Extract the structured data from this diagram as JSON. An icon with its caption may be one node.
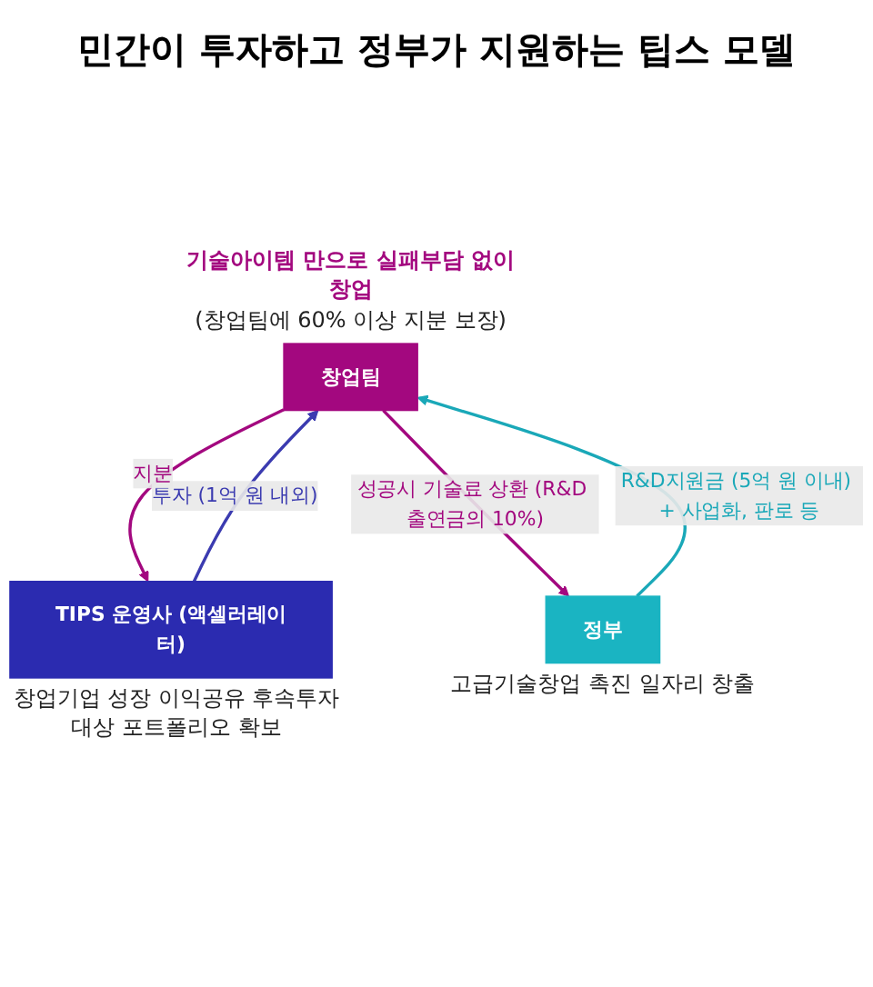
{
  "diagram": {
    "title": "민간이 투자하고 정부가 지원하는 팁스 모델",
    "nodes": [
      {
        "text": [
          "창업팀"
        ],
        "beside": [
          "기술아이템 만으로 실패부담 없이 창업",
          "(창업팀에 60% 이상 지분 보장)"
        ]
      },
      {
        "text": [
          "TIPS 운영사 (액셀러레이터)"
        ],
        "beside": [
          "창업기업 성장 이익공유 후속투자 대상 포트폴리오 확보"
        ]
      },
      {
        "text": [
          "정부"
        ],
        "beside": [
          "고급기술창업 촉진 일자리 창출"
        ]
      }
    ],
    "edges": [
      {
        "from": 1,
        "to": 0,
        "arrow": "to",
        "label": "투자 (1억 원 내외)",
        "color": "#3b3bb0"
      },
      {
        "from": 0,
        "to": 1,
        "arrow": "to",
        "label": "지분"
      },
      {
        "from": 0,
        "to": 2,
        "arrow": "to",
        "label": "성공시 기술료 상환 (R&D 출연금의 10%)"
      },
      {
        "from": 2,
        "to": 0,
        "arrow": "to",
        "label": "R&D지원금 (5억 원 이내) + 사업화, 판로 등",
        "color": "#1aa8b8"
      }
    ]
  }
}
